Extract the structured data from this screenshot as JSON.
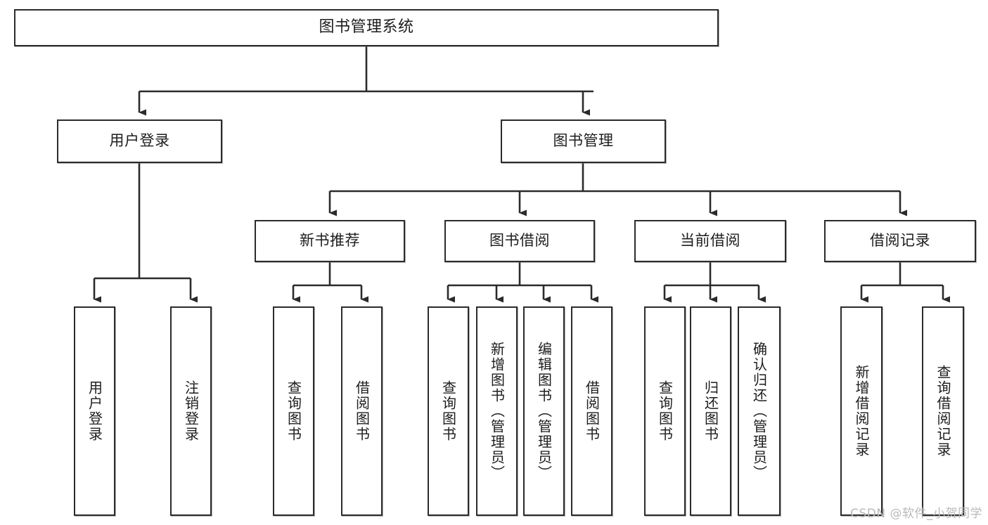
{
  "diagram": {
    "title": "图书管理系统",
    "type": "tree",
    "watermark": "CSDN @软件_小贺同学",
    "colors": {
      "box_border": "#2b2b2b",
      "box_fill": "#ffffff",
      "connector": "#2b2b2b",
      "text": "#1d1d1d",
      "watermark": "#b9b9b9"
    },
    "nodes": {
      "root": {
        "label": "图书管理系统"
      },
      "level2": [
        {
          "id": "user-login",
          "label": "用户登录"
        },
        {
          "id": "book-management",
          "label": "图书管理"
        }
      ],
      "level3": [
        {
          "id": "new-book-recommend",
          "label": "新书推荐"
        },
        {
          "id": "book-borrow",
          "label": "图书借阅"
        },
        {
          "id": "current-borrow",
          "label": "当前借阅"
        },
        {
          "id": "borrow-record",
          "label": "借阅记录"
        }
      ],
      "leaves": {
        "user-login": [
          {
            "id": "leaf-user-login",
            "label": "用户登录"
          },
          {
            "id": "leaf-logout-login",
            "label": "注销登录"
          }
        ],
        "new-book-recommend": [
          {
            "id": "leaf-query-book-1",
            "label": "查询图书"
          },
          {
            "id": "leaf-borrow-book-1",
            "label": "借阅图书"
          }
        ],
        "book-borrow": [
          {
            "id": "leaf-query-book-2",
            "label": "查询图书"
          },
          {
            "id": "leaf-add-book",
            "label": "新增图书（管理员）"
          },
          {
            "id": "leaf-edit-book",
            "label": "编辑图书（管理员）"
          },
          {
            "id": "leaf-borrow-book-2",
            "label": "借阅图书"
          }
        ],
        "current-borrow": [
          {
            "id": "leaf-query-book-3",
            "label": "查询图书"
          },
          {
            "id": "leaf-return-book",
            "label": "归还图书"
          },
          {
            "id": "leaf-confirm-return",
            "label": "确认归还（管理员）"
          }
        ],
        "borrow-record": [
          {
            "id": "leaf-add-record",
            "label": "新增借阅记录"
          },
          {
            "id": "leaf-query-record",
            "label": "查询借阅记录"
          }
        ]
      }
    }
  }
}
